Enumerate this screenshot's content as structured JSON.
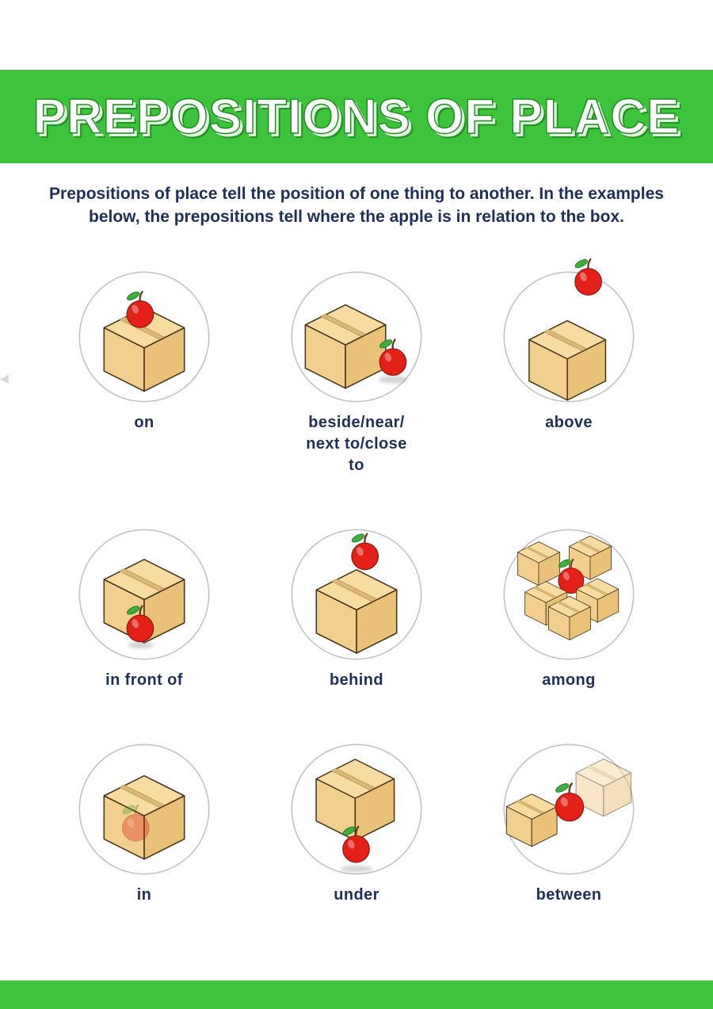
{
  "theme": {
    "banner_green": "#3ec33c",
    "navy": "#1e2f5a",
    "apple_red": "#e32119",
    "leaf_green": "#3fae3f",
    "box_top": "#f8dba0",
    "box_left": "#f2cf8e",
    "box_right": "#e9c178",
    "circle_gray": "#c4c4c4"
  },
  "header": {
    "title": "PREPOSITIONS OF PLACE"
  },
  "intro": {
    "text": "Prepositions of place tell the position of one thing to another. In the examples below, the prepositions tell where the apple is in relation to the box."
  },
  "icons": {
    "left_arrow": "◀"
  },
  "items": [
    {
      "label": "on"
    },
    {
      "label": "beside/near/\nnext to/close\nto"
    },
    {
      "label": "above"
    },
    {
      "label": "in front of"
    },
    {
      "label": "behind"
    },
    {
      "label": "among"
    },
    {
      "label": "in"
    },
    {
      "label": "under"
    },
    {
      "label": "between"
    }
  ]
}
